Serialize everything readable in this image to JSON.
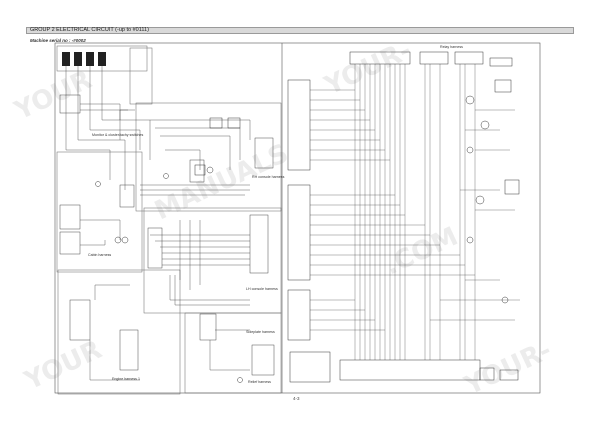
{
  "header": {
    "title": "GROUP 2  ELECTRICAL CIRCUIT (-up to #0111)"
  },
  "subtitle": "Machine serial no : -#0002",
  "page_number": "4-3",
  "section_labels": {
    "monitor_panel": "Monitor & cluster/tachy switches",
    "rh_console": "RH console harness",
    "cabin": "Cabin harness",
    "lh_console": "LH console harness",
    "side_harness": "Sideplate harness",
    "engine_harness": "Engine harness 1",
    "relief_harness": "Relief harness",
    "relay_harness": "Relay harness"
  },
  "watermark": "YOUR-MANUALS.COM",
  "colors": {
    "line": "#1f1f1f",
    "frame": "#555555",
    "header_fill": "#d9d9d9"
  }
}
